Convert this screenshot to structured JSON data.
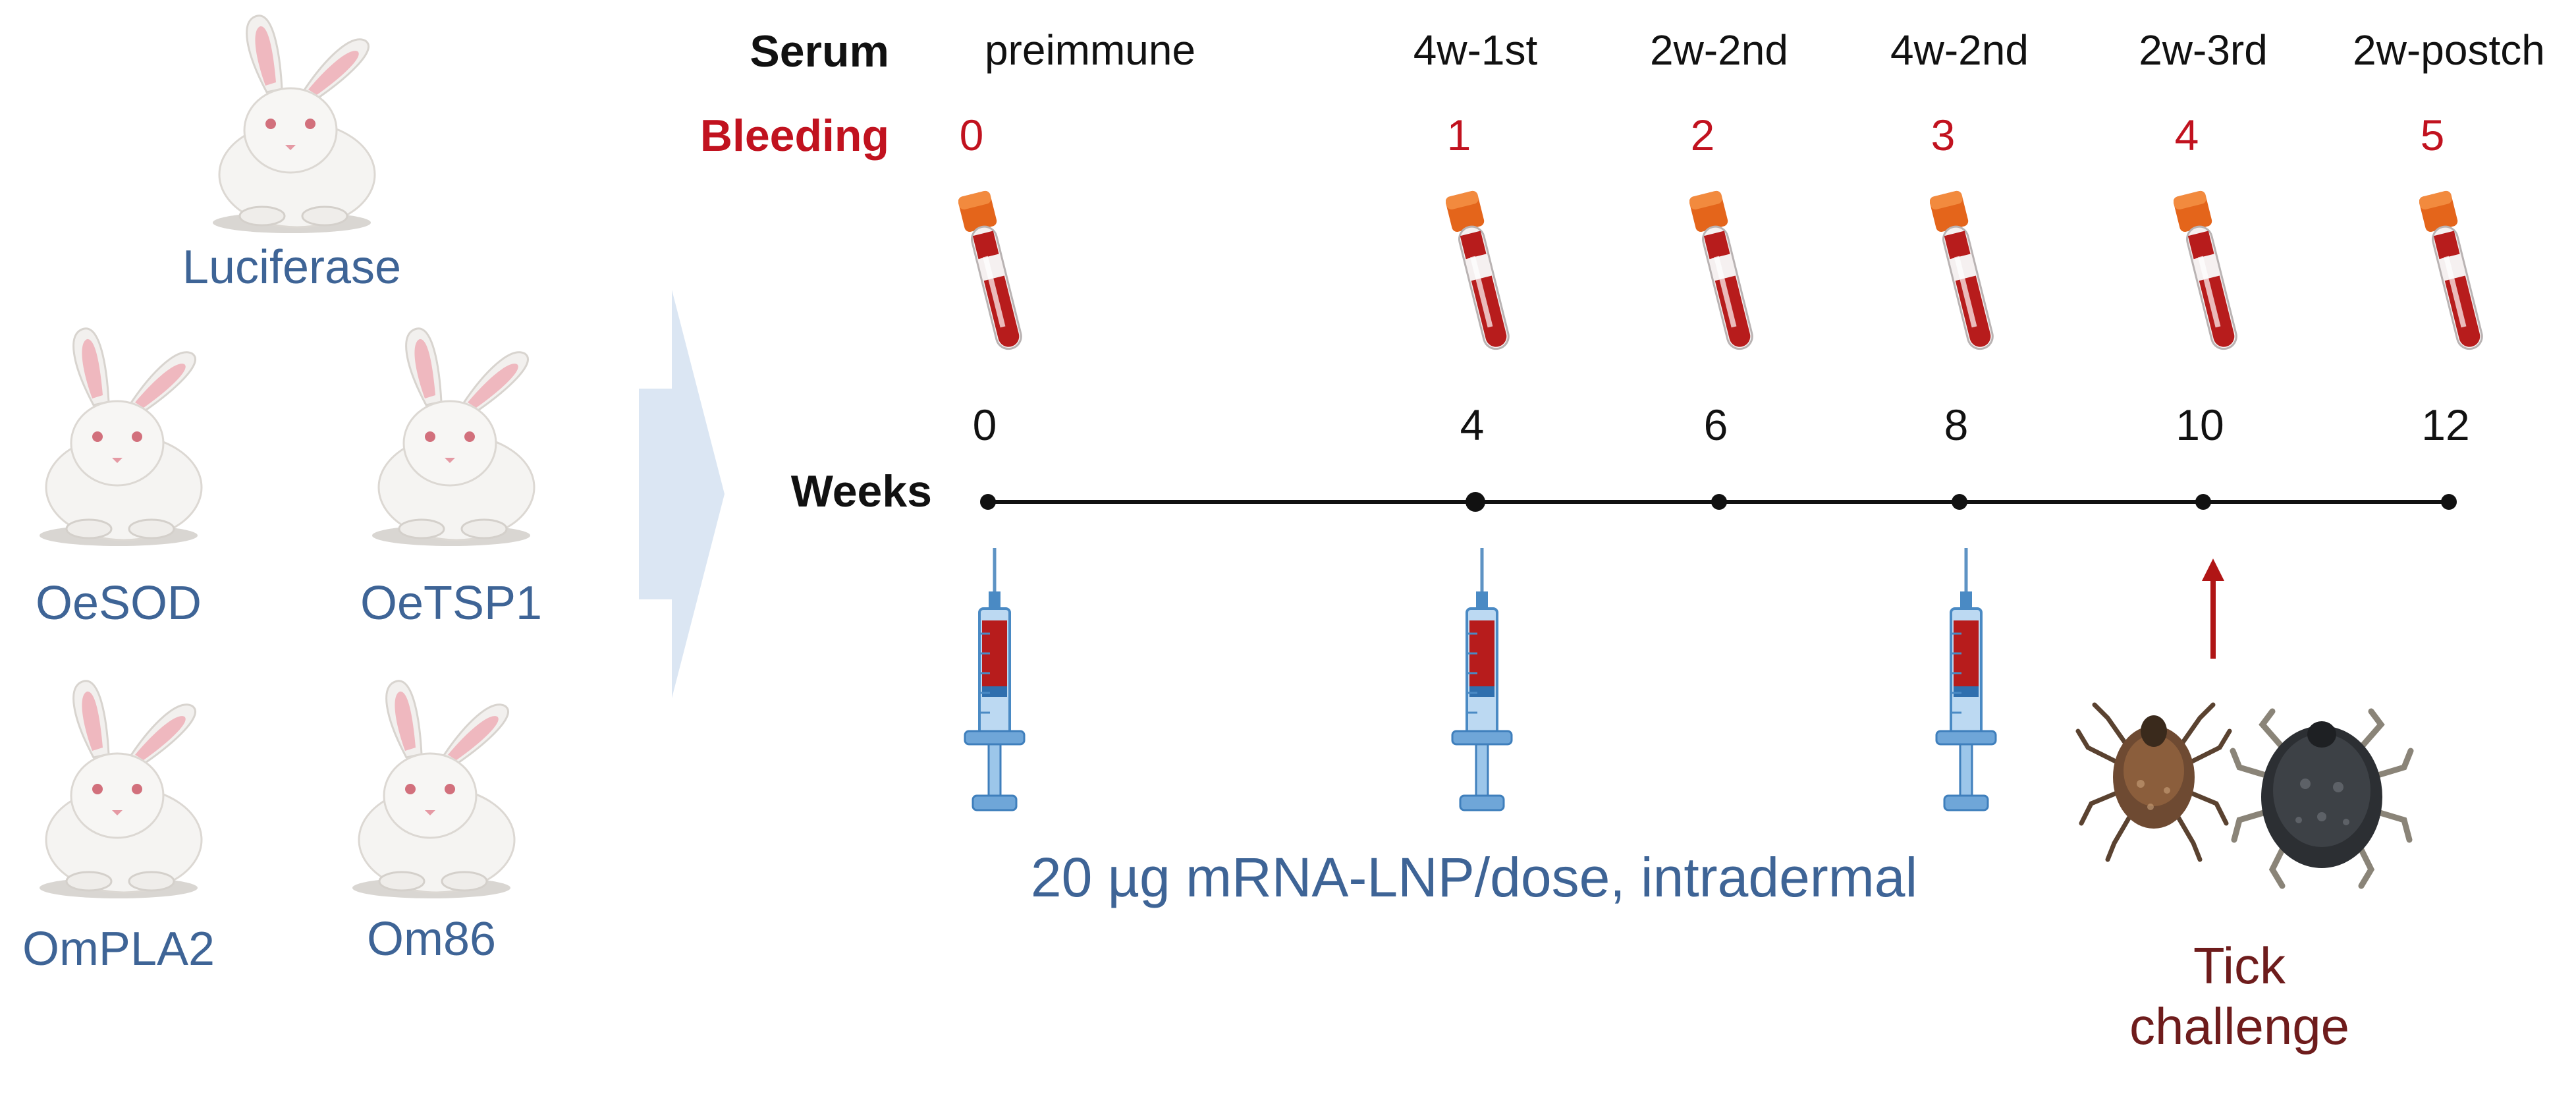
{
  "groups": [
    "Luciferase",
    "OeSOD",
    "OeTSP1",
    "OmPLA2",
    "Om86"
  ],
  "timeline": {
    "serum_header": "Serum",
    "bleeding_header": "Bleeding",
    "weeks_header": "Weeks",
    "serum_labels": [
      "preimmune",
      "4w-1st",
      "2w-2nd",
      "4w-2nd",
      "2w-3rd",
      "2w-postch"
    ],
    "bleeding_numbers": [
      "0",
      "1",
      "2",
      "3",
      "4",
      "5"
    ],
    "week_values": [
      "0",
      "4",
      "6",
      "8",
      "10",
      "12"
    ],
    "injection_weeks": [
      0,
      4,
      8
    ],
    "tick_challenge_week": 10
  },
  "dose_text": "20 µg mRNA-LNP/dose, intradermal",
  "tick_challenge": {
    "line1": "Tick",
    "line2": "challenge"
  },
  "colors": {
    "group_label": "#3e6496",
    "bleeding": "#c1121f",
    "tick_label": "#6e1c1c",
    "arrow": "#dbe6f3"
  }
}
